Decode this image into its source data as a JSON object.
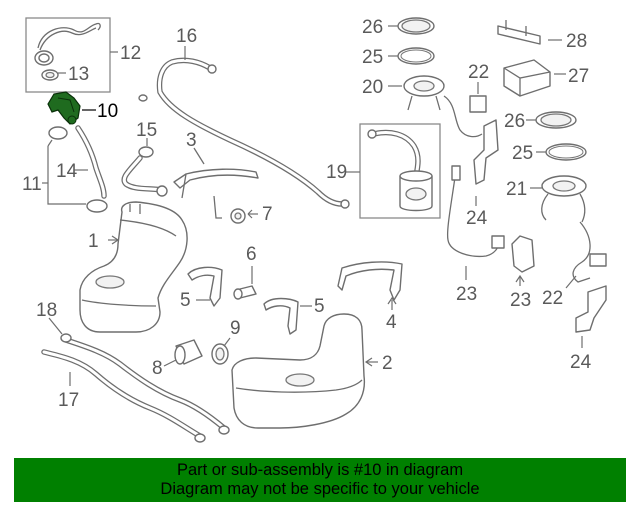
{
  "callouts": {
    "c1": "1",
    "c2": "2",
    "c3": "3",
    "c4": "4",
    "c5a": "5",
    "c5b": "5",
    "c6": "6",
    "c7": "7",
    "c8": "8",
    "c9": "9",
    "c10": "10",
    "c11": "11",
    "c12": "12",
    "c13": "13",
    "c14": "14",
    "c15": "15",
    "c16": "16",
    "c17": "17",
    "c18": "18",
    "c19": "19",
    "c20": "20",
    "c21": "21",
    "c22a": "22",
    "c22b": "22",
    "c23a": "23",
    "c23b": "23",
    "c24a": "24",
    "c24b": "24",
    "c25a": "25",
    "c25b": "25",
    "c26a": "26",
    "c26b": "26",
    "c27": "27",
    "c28": "28"
  },
  "highlight_color": "#008000",
  "banner": {
    "line1": "Part or sub-assembly is #10 in diagram",
    "line2": "Diagram may not be specific to your vehicle"
  }
}
